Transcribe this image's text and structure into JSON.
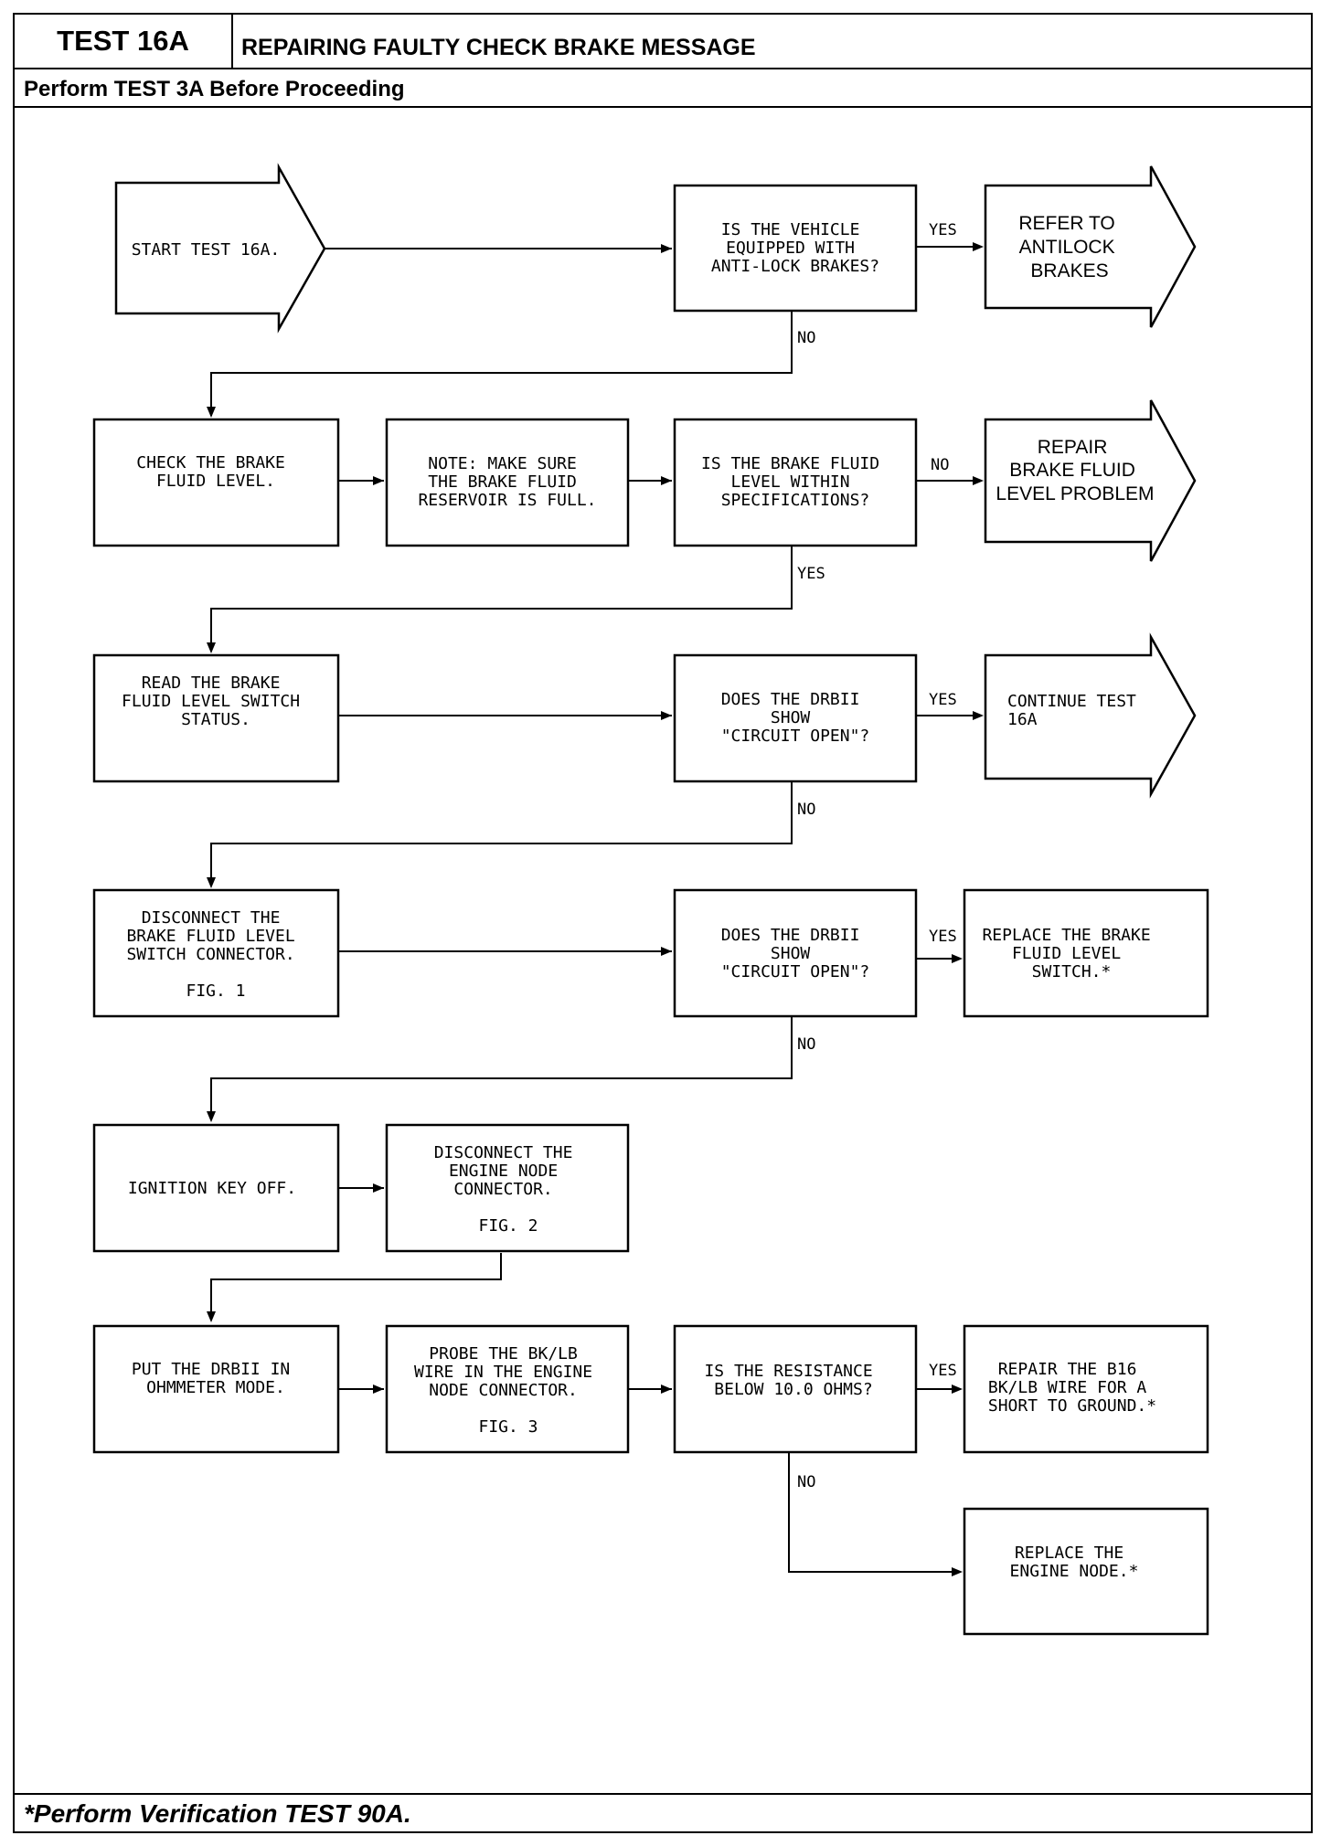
{
  "header": {
    "test_number": "TEST 16A",
    "title": "REPAIRING FAULTY CHECK BRAKE MESSAGE",
    "prerequisite": "Perform TEST 3A Before Proceeding"
  },
  "footer": {
    "note": "*Perform Verification TEST 90A."
  },
  "nodes": {
    "start": [
      "START TEST 16A."
    ],
    "q_antilock": [
      "IS THE VEHICLE",
      "EQUIPPED WITH",
      "ANTI-LOCK BRAKES?"
    ],
    "ref_antilock": [
      "REFER TO",
      "ANTILOCK",
      "BRAKES"
    ],
    "check_fluid": [
      "CHECK THE BRAKE",
      "FLUID LEVEL."
    ],
    "note_reservoir": [
      "NOTE:  MAKE SURE",
      "THE BRAKE FLUID",
      "RESERVOIR IS FULL."
    ],
    "q_fluid_spec": [
      "IS THE BRAKE FLUID",
      "LEVEL WITHIN",
      "SPECIFICATIONS?"
    ],
    "repair_fluid": [
      "REPAIR",
      "BRAKE FLUID",
      "LEVEL PROBLEM"
    ],
    "read_switch": [
      "READ THE BRAKE",
      "FLUID LEVEL SWITCH",
      "STATUS."
    ],
    "q_circuit_open_1": [
      "DOES THE DRBII",
      "SHOW",
      "\"CIRCUIT OPEN\"?"
    ],
    "continue_test": [
      "CONTINUE TEST",
      "16A"
    ],
    "disconnect_switch": [
      "DISCONNECT THE",
      "BRAKE FLUID LEVEL",
      "SWITCH CONNECTOR.",
      "",
      "FIG. 1"
    ],
    "q_circuit_open_2": [
      "DOES THE DRBII",
      "SHOW",
      "\"CIRCUIT OPEN\"?"
    ],
    "replace_switch": [
      "REPLACE THE BRAKE",
      "FLUID LEVEL",
      "SWITCH.*"
    ],
    "ignition_off": [
      "IGNITION KEY OFF."
    ],
    "disconnect_node": [
      "DISCONNECT THE",
      "ENGINE NODE",
      "CONNECTOR.",
      "",
      "FIG. 2"
    ],
    "ohmmeter": [
      "PUT THE DRBII IN",
      "OHMMETER MODE."
    ],
    "probe_wire": [
      "PROBE THE BK/LB",
      "WIRE IN THE ENGINE",
      "NODE CONNECTOR.",
      "",
      "FIG. 3"
    ],
    "q_resistance": [
      "IS THE RESISTANCE",
      "BELOW 10.0 OHMS?"
    ],
    "repair_wire": [
      "REPAIR THE B16",
      "BK/LB WIRE FOR A",
      "SHORT TO GROUND.*"
    ],
    "replace_node": [
      "REPLACE THE",
      "ENGINE NODE.*"
    ]
  },
  "branch_labels": {
    "yes": "YES",
    "no": "NO"
  }
}
